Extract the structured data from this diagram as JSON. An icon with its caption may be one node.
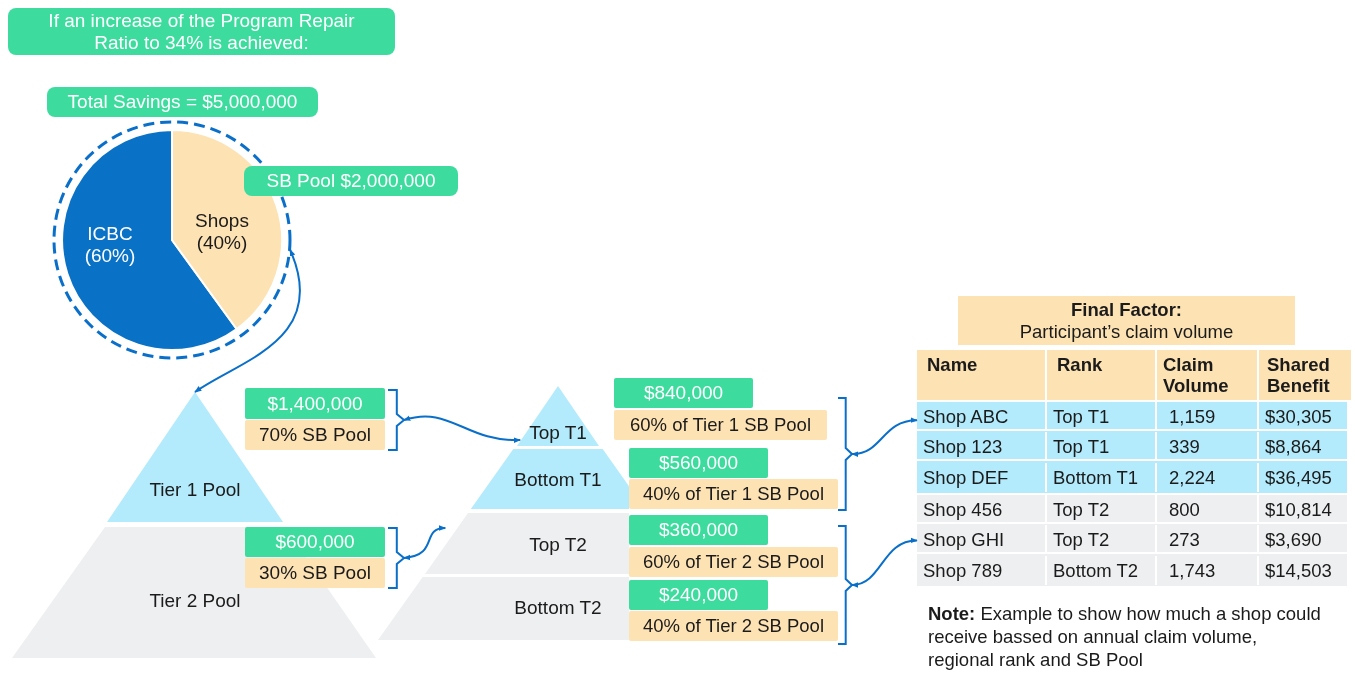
{
  "diagram": {
    "nodes": [
      {
        "text": [
          "If an increase of the Program Repair Ratio to 34% is achieved:"
        ]
      },
      {
        "text": [
          "Total Savings = $5,000,000"
        ]
      },
      {
        "text": [],
        "shape": "circle"
      },
      {
        "text": [
          "ICBC (60%)"
        ],
        "in": 2
      },
      {
        "text": [
          "Shops (40%)"
        ],
        "in": 2
      },
      {
        "text": [
          "SB Pool $2,000,000"
        ]
      },
      {
        "text": [
          "Tier 1 Pool"
        ]
      },
      {
        "text": [
          "Tier 2 Pool"
        ]
      },
      {
        "text": [
          "$1,400,000"
        ]
      },
      {
        "text": [
          "70% SB Pool"
        ]
      },
      {
        "text": [],
        "shape": "bracket"
      },
      {
        "text": [
          "Top T1"
        ]
      },
      {
        "text": [
          "$840,000"
        ]
      },
      {
        "text": [
          "60% of Tier 1 SB Pool"
        ]
      },
      {
        "text": [
          "Bottom T1"
        ]
      },
      {
        "text": [
          "$560,000"
        ]
      },
      {
        "text": [
          "40% of Tier 1 SB Pool"
        ]
      },
      {
        "text": [],
        "shape": "bracket"
      },
      {
        "text": [
          "Final Factor:",
          "Participant’s claim volume"
        ]
      },
      {
        "text": [
          "$600,000"
        ]
      },
      {
        "text": [
          "30% SB Pool"
        ]
      },
      {
        "text": [],
        "shape": "bracket"
      },
      {
        "text": [
          "Top T2"
        ]
      },
      {
        "text": [
          "$360,000"
        ]
      },
      {
        "text": [
          "60% of Tier 2 SB Pool"
        ]
      },
      {
        "text": [
          "Bottom T2"
        ]
      },
      {
        "text": [
          "$240,000"
        ]
      },
      {
        "text": [
          "40% of Tier 2 SB Pool"
        ]
      },
      {
        "text": [],
        "shape": "bracket"
      },
      {
        "text": [],
        "shape": "box"
      },
      {
        "text": [],
        "shape": "box"
      }
    ],
    "edges": [
      {
        "from": 2,
        "to": 6,
        "arrow": "both"
      },
      {
        "from": 10,
        "to": 11,
        "arrow": "both"
      },
      {
        "from": 21,
        "to": 22,
        "arrow": "both"
      },
      {
        "from": 17,
        "to": 29,
        "arrow": "both"
      },
      {
        "from": 28,
        "to": 30,
        "arrow": "both"
      }
    ],
    "labels": [
      "Name",
      "Rank",
      "Claim Volume",
      "Shared Benefit",
      "Shop ABC",
      "Top T1",
      "1,159",
      "$30,305",
      "Shop 123",
      "Top T1",
      "339",
      "$8,864",
      "Shop DEF",
      "Bottom T1",
      "2,224",
      "$36,495",
      "Shop 456",
      "Top T2",
      "800",
      "$10,814",
      "Shop GHI",
      "Top T2",
      "273",
      "$3,690",
      "Shop 789",
      "Bottom T2",
      "1,743",
      "$14,503",
      "**Note:** Example to show how much a shop could receive bassed on annual claim volume, regional rank and SB Pool"
    ]
  }
}
